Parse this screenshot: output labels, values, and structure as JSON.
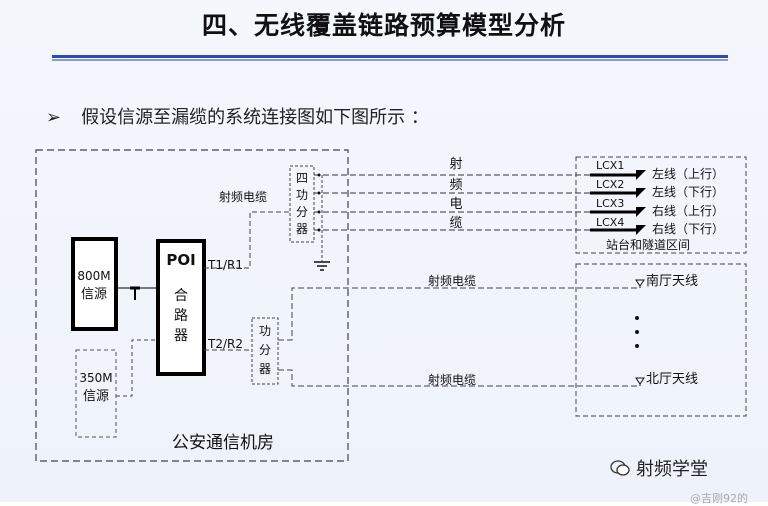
{
  "title": "四、无线覆盖链路预算模型分析",
  "bullet": {
    "arrow": "➢",
    "text": "假设信源至漏缆的系统连接图如下图所示 ："
  },
  "diagram": {
    "room_label": "公安通信机房",
    "source_800": [
      "800M",
      "信源"
    ],
    "source_350": [
      "350M",
      "信源"
    ],
    "poi_title": "POI",
    "poi_sub": [
      "合",
      "路",
      "器"
    ],
    "t1r1": "T1/R1",
    "t2r2": "T2/R2",
    "rf_cable_top": "射频电缆",
    "four_splitter": [
      "四",
      "功",
      "分",
      "器"
    ],
    "splitter": [
      "功",
      "分",
      "器"
    ],
    "rf_vertical": [
      "射",
      "频",
      "电",
      "缆"
    ],
    "lcx": [
      {
        "id": "LCX1",
        "desc": "左线（上行）"
      },
      {
        "id": "LCX2",
        "desc": "左线（下行）"
      },
      {
        "id": "LCX3",
        "desc": "右线（上行）"
      },
      {
        "id": "LCX4",
        "desc": "右线（下行）"
      }
    ],
    "lcx_region_label": "站台和隧道区间",
    "rf_cable_mid": "射频电缆",
    "rf_cable_bottom": "射频电缆",
    "antenna_south": "南厅天线",
    "antenna_north": "北厅天线"
  },
  "watermark": "射频学堂",
  "corner_text": "@吉刚92的"
}
